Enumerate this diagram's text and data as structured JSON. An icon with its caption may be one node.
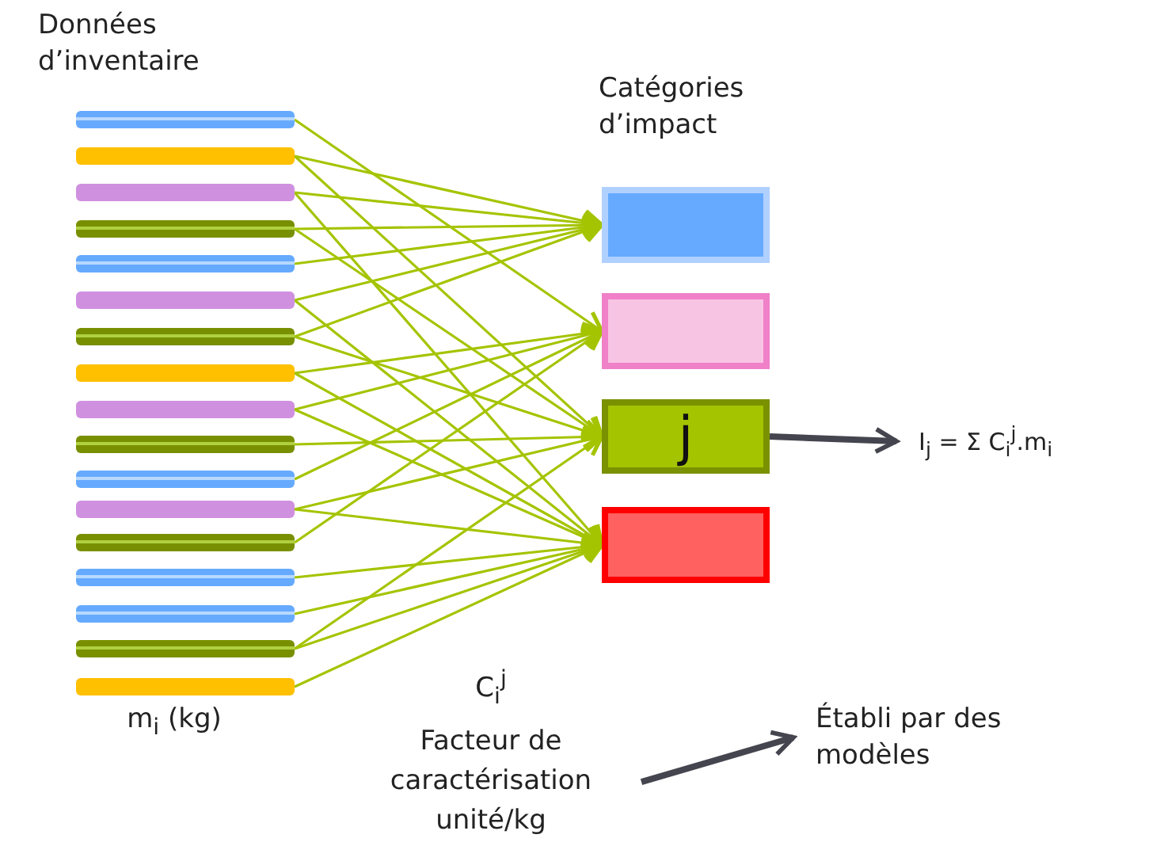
{
  "diagram": {
    "nodes": [
      {
        "text": [],
        "shape": "bar"
      },
      {
        "text": [],
        "shape": "bar"
      },
      {
        "text": [],
        "shape": "bar"
      },
      {
        "text": [],
        "shape": "bar"
      },
      {
        "text": [],
        "shape": "bar"
      },
      {
        "text": [],
        "shape": "bar"
      },
      {
        "text": [],
        "shape": "bar"
      },
      {
        "text": [],
        "shape": "bar"
      },
      {
        "text": [],
        "shape": "bar"
      },
      {
        "text": [],
        "shape": "bar"
      },
      {
        "text": [],
        "shape": "bar"
      },
      {
        "text": [],
        "shape": "bar"
      },
      {
        "text": [],
        "shape": "bar"
      },
      {
        "text": [],
        "shape": "bar"
      },
      {
        "text": [],
        "shape": "bar"
      },
      {
        "text": [],
        "shape": "bar"
      },
      {
        "text": [],
        "shape": "bar"
      },
      {
        "text": [],
        "shape": "box"
      },
      {
        "text": [],
        "shape": "box"
      },
      {
        "text": [
          "j"
        ]
      },
      {
        "text": [],
        "shape": "box"
      },
      {
        "text": [
          "I$_{j}$ = Σ C$_{i}$$^{j}$.m$_{i}$"
        ]
      },
      {
        "text": [
          "C$_{i}$$^{j}$",
          "Facteur de caractérisation unité/kg"
        ]
      },
      {
        "text": [
          "Établi par des modèles"
        ]
      }
    ],
    "edges": [
      {
        "from": 0,
        "to": 18,
        "arrow": "to"
      },
      {
        "from": 1,
        "to": 17,
        "arrow": "to"
      },
      {
        "from": 1,
        "to": 19,
        "arrow": "to"
      },
      {
        "from": 2,
        "to": 17,
        "arrow": "to"
      },
      {
        "from": 2,
        "to": 20,
        "arrow": "to"
      },
      {
        "from": 3,
        "to": 17,
        "arrow": "to"
      },
      {
        "from": 3,
        "to": 19,
        "arrow": "to"
      },
      {
        "from": 4,
        "to": 17,
        "arrow": "to"
      },
      {
        "from": 5,
        "to": 17,
        "arrow": "to"
      },
      {
        "from": 5,
        "to": 20,
        "arrow": "to"
      },
      {
        "from": 6,
        "to": 17,
        "arrow": "to"
      },
      {
        "from": 6,
        "to": 19,
        "arrow": "to"
      },
      {
        "from": 7,
        "to": 18,
        "arrow": "to"
      },
      {
        "from": 7,
        "to": 20,
        "arrow": "to"
      },
      {
        "from": 8,
        "to": 18,
        "arrow": "to"
      },
      {
        "from": 8,
        "to": 20,
        "arrow": "to"
      },
      {
        "from": 9,
        "to": 19,
        "arrow": "to"
      },
      {
        "from": 10,
        "to": 18,
        "arrow": "to"
      },
      {
        "from": 11,
        "to": 19,
        "arrow": "to"
      },
      {
        "from": 11,
        "to": 20,
        "arrow": "to"
      },
      {
        "from": 12,
        "to": 18,
        "arrow": "to"
      },
      {
        "from": 13,
        "to": 20,
        "arrow": "to"
      },
      {
        "from": 14,
        "to": 20,
        "arrow": "to"
      },
      {
        "from": 15,
        "to": 19,
        "arrow": "to"
      },
      {
        "from": 15,
        "to": 20,
        "arrow": "to"
      },
      {
        "from": 16,
        "to": 20,
        "arrow": "to"
      },
      {
        "from": 19,
        "to": 21,
        "arrow": "to",
        "style": "thick",
        "color": "#45454f"
      },
      {
        "from": 22,
        "to": 23,
        "arrow": "to",
        "style": "thick",
        "color": "#45454f"
      }
    ],
    "labels": [
      "Données d’inventaire",
      "Catégories d’impact",
      "m$_{i}$ (kg)"
    ]
  }
}
